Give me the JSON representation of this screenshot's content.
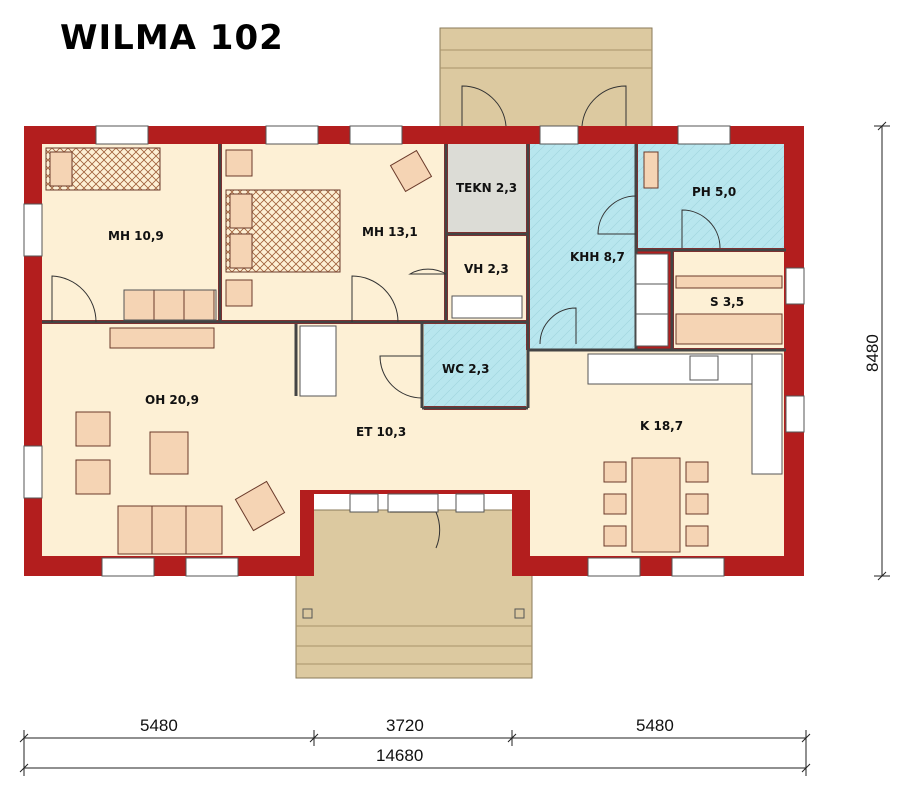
{
  "title": "WILMA 102",
  "rooms": {
    "mh1": "MH 10,9",
    "mh2": "MH 13,1",
    "tekn": "TEKN 2,3",
    "vh": "VH 2,3",
    "khh": "KHH 8,7",
    "ph": "PH 5,0",
    "s": "S 3,5",
    "wc": "WC 2,3",
    "oh": "OH 20,9",
    "et": "ET 10,3",
    "k": "K 18,7"
  },
  "dimensions": {
    "left": "5480",
    "middle": "3720",
    "right": "5480",
    "total": "14680",
    "height": "8480"
  },
  "colors": {
    "wall": "#b31e1e",
    "floor": "#fdf0d5",
    "wet_room": "#b8e6ee",
    "tekn_room": "#dcdcd6",
    "terrace": "#dcc9a0",
    "furniture": "#f5d4b4"
  }
}
